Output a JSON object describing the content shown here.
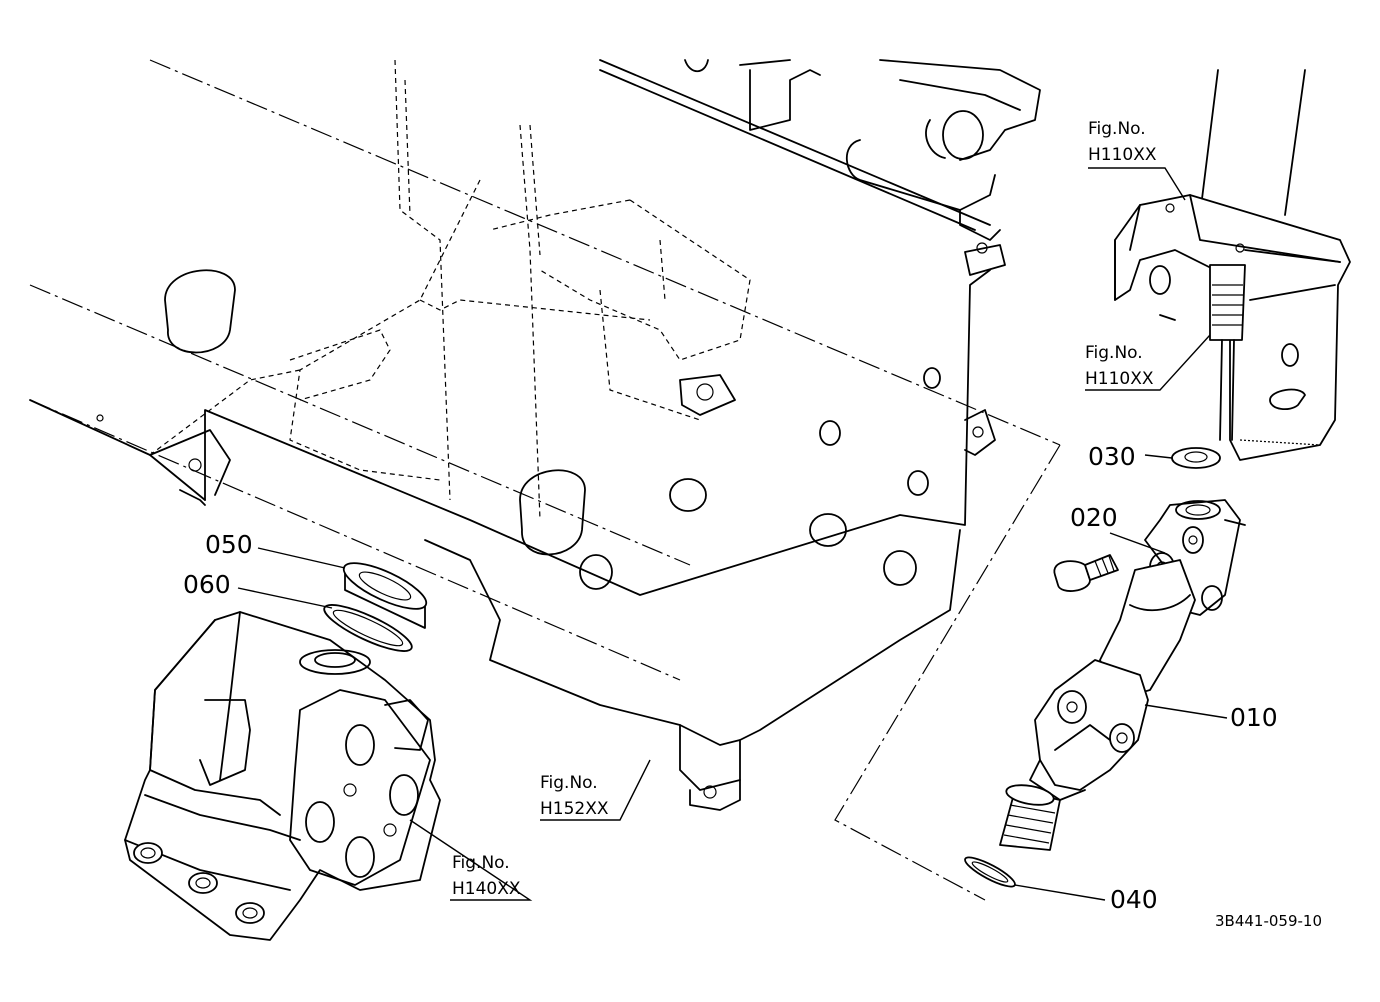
{
  "drawing_code": "3B441-059-10",
  "callouts": {
    "c010": "010",
    "c020": "020",
    "c030": "030",
    "c040": "040",
    "c050": "050",
    "c060": "060"
  },
  "references": {
    "ref_h110_upper": {
      "prefix": "Fig.No.",
      "code": "H110XX"
    },
    "ref_h110_lower": {
      "prefix": "Fig.No.",
      "code": "H110XX"
    },
    "ref_h152": {
      "prefix": "Fig.No.",
      "code": "H152XX"
    },
    "ref_h140": {
      "prefix": "Fig.No.",
      "code": "H140XX"
    }
  }
}
